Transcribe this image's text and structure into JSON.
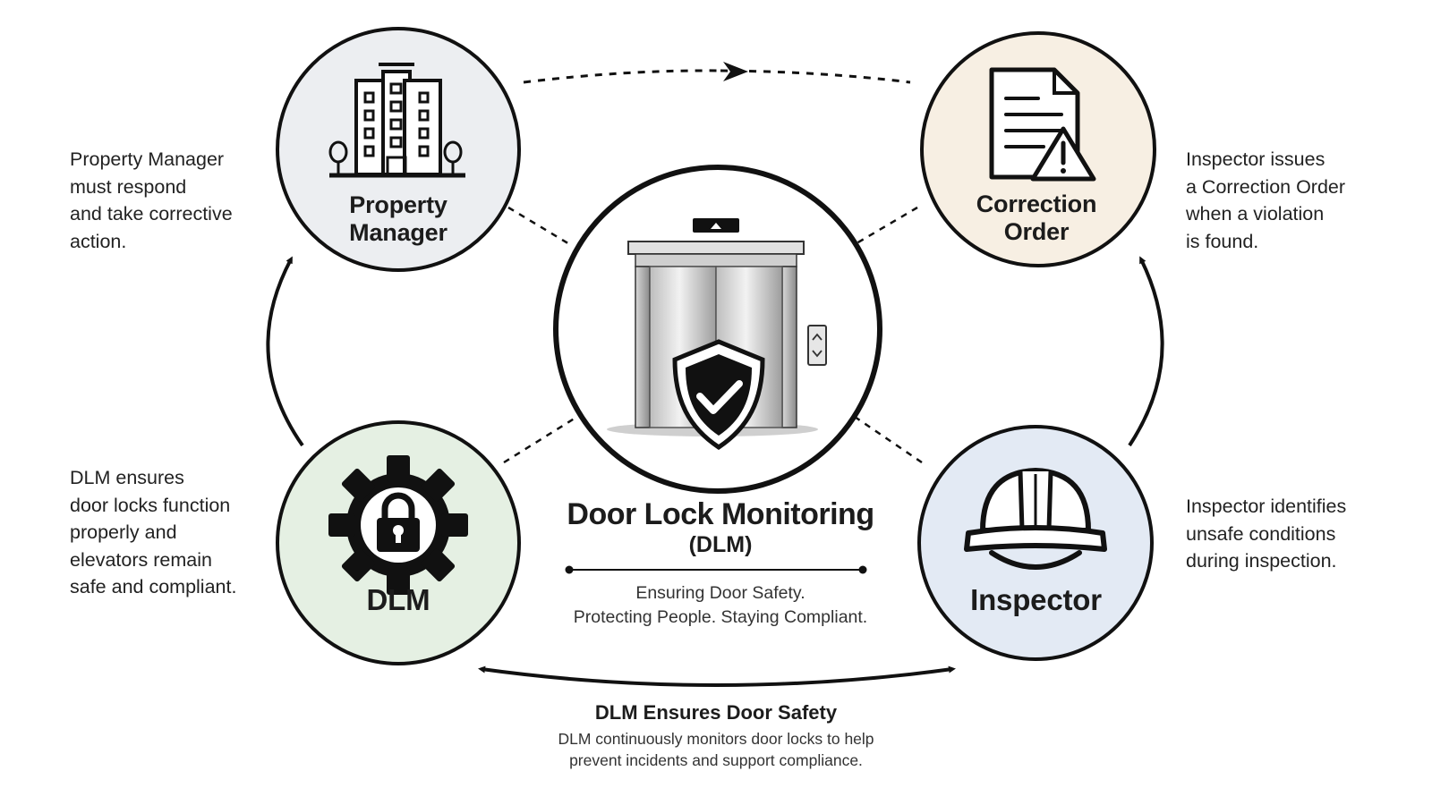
{
  "center": {
    "title": "Door Lock Monitoring",
    "subtitle": "(DLM)",
    "tagline_line1": "Ensuring Door Safety.",
    "tagline_line2": "Protecting People. Staying Compliant."
  },
  "nodes": {
    "property_manager": {
      "title_line1": "Property",
      "title_line2": "Manager",
      "fill": "#eceef1"
    },
    "correction_order": {
      "title_line1": "Correction",
      "title_line2": "Order",
      "fill": "#f7efe3"
    },
    "dlm": {
      "title": "DLM",
      "fill": "#e5f0e3"
    },
    "inspector": {
      "title": "Inspector",
      "fill": "#e3eaf4"
    }
  },
  "descriptions": {
    "property_manager": "Property Manager\nmust respond\nand take corrective\naction.",
    "correction_order": "Inspector issues\na Correction Order\nwhen a violation\nis found.",
    "dlm": "DLM ensures\ndoor locks function\nproperly and\nelevators remain\nsafe and compliant.",
    "inspector": "Inspector identifies\nunsafe conditions\nduring inspection."
  },
  "bottom": {
    "title": "DLM Ensures Door Safety",
    "text_line1": "DLM continuously monitors door locks to help",
    "text_line2": "prevent incidents and support compliance."
  },
  "icons": {
    "property_manager": "building-icon",
    "correction_order": "document-warning-icon",
    "center": "elevator-shield-icon",
    "dlm": "gear-lock-icon",
    "inspector": "hard-hat-icon"
  },
  "colors": {
    "outline": "#111111",
    "text": "#1c1c1c"
  }
}
